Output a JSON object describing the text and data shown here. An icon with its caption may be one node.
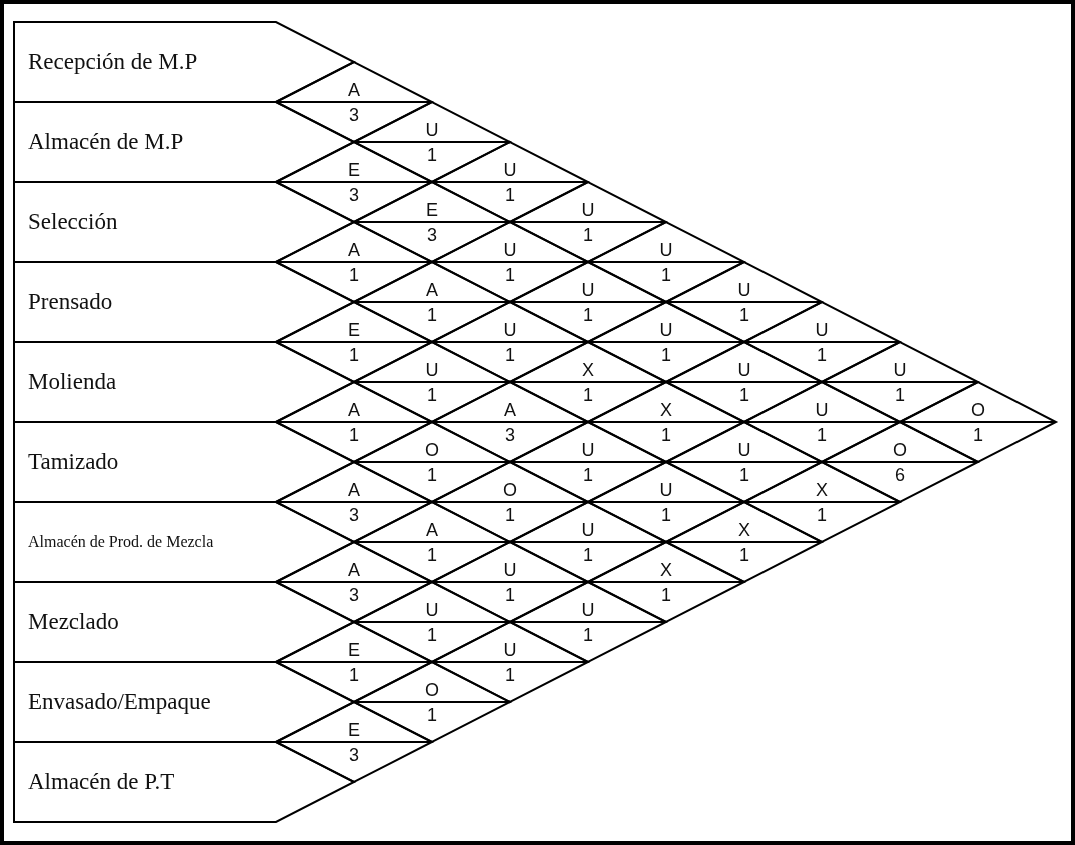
{
  "diagram": {
    "nodes": [
      {
        "text": [
          "Recepción de M.P"
        ]
      },
      {
        "text": [
          "Almacén de M.P"
        ]
      },
      {
        "text": [
          "Selección"
        ]
      },
      {
        "text": [
          "Prensado"
        ]
      },
      {
        "text": [
          "Molienda"
        ]
      },
      {
        "text": [
          "Tamizado"
        ]
      },
      {
        "text": [
          "Almacén de Prod. de Mezcla"
        ]
      },
      {
        "text": [
          "Mezclado"
        ]
      },
      {
        "text": [
          "Envasado/Empaque"
        ]
      },
      {
        "text": [
          "Almacén de P.T"
        ]
      },
      {
        "text": [
          "A",
          "3"
        ]
      },
      {
        "text": [
          "U",
          "1"
        ]
      },
      {
        "text": [
          "U",
          "1"
        ]
      },
      {
        "text": [
          "U",
          "1"
        ]
      },
      {
        "text": [
          "U",
          "1"
        ]
      },
      {
        "text": [
          "U",
          "1"
        ]
      },
      {
        "text": [
          "U",
          "1"
        ]
      },
      {
        "text": [
          "U",
          "1"
        ]
      },
      {
        "text": [
          "O",
          "1"
        ]
      },
      {
        "text": [
          "E",
          "3"
        ]
      },
      {
        "text": [
          "E",
          "3"
        ]
      },
      {
        "text": [
          "U",
          "1"
        ]
      },
      {
        "text": [
          "U",
          "1"
        ]
      },
      {
        "text": [
          "U",
          "1"
        ]
      },
      {
        "text": [
          "U",
          "1"
        ]
      },
      {
        "text": [
          "U",
          "1"
        ]
      },
      {
        "text": [
          "O",
          "6"
        ]
      },
      {
        "text": [
          "A",
          "1"
        ]
      },
      {
        "text": [
          "A",
          "1"
        ]
      },
      {
        "text": [
          "U",
          "1"
        ]
      },
      {
        "text": [
          "X",
          "1"
        ]
      },
      {
        "text": [
          "X",
          "1"
        ]
      },
      {
        "text": [
          "U",
          "1"
        ]
      },
      {
        "text": [
          "X",
          "1"
        ]
      },
      {
        "text": [
          "E",
          "1"
        ]
      },
      {
        "text": [
          "U",
          "1"
        ]
      },
      {
        "text": [
          "A",
          "3"
        ]
      },
      {
        "text": [
          "U",
          "1"
        ]
      },
      {
        "text": [
          "U",
          "1"
        ]
      },
      {
        "text": [
          "X",
          "1"
        ]
      },
      {
        "text": [
          "A",
          "1"
        ]
      },
      {
        "text": [
          "O",
          "1"
        ]
      },
      {
        "text": [
          "O",
          "1"
        ]
      },
      {
        "text": [
          "U",
          "1"
        ]
      },
      {
        "text": [
          "X",
          "1"
        ]
      },
      {
        "text": [
          "A",
          "3"
        ]
      },
      {
        "text": [
          "A",
          "1"
        ]
      },
      {
        "text": [
          "U",
          "1"
        ]
      },
      {
        "text": [
          "U",
          "1"
        ]
      },
      {
        "text": [
          "A",
          "3"
        ]
      },
      {
        "text": [
          "U",
          "1"
        ]
      },
      {
        "text": [
          "U",
          "1"
        ]
      },
      {
        "text": [
          "E",
          "1"
        ]
      },
      {
        "text": [
          "O",
          "1"
        ]
      },
      {
        "text": [
          "E",
          "3"
        ]
      }
    ]
  }
}
